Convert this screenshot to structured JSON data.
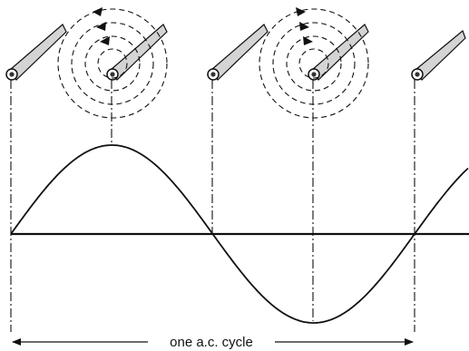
{
  "labels": {
    "cycle": "one a.c. cycle"
  },
  "colors": {
    "ink": "#111111",
    "conductor_fill": "#d4d4d4",
    "background": "#ffffff"
  },
  "conductors": [
    {
      "phase": "zero",
      "field": "none"
    },
    {
      "phase": "positive-peak",
      "field": "counter-clockwise"
    },
    {
      "phase": "zero",
      "field": "none"
    },
    {
      "phase": "negative-peak",
      "field": "clockwise"
    },
    {
      "phase": "zero",
      "field": "none"
    }
  ]
}
